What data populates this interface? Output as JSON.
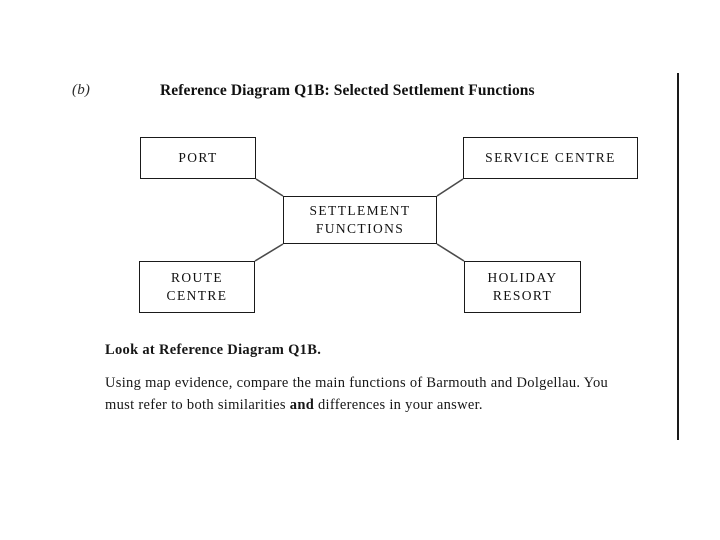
{
  "page": {
    "background_color": "#ffffff",
    "ink_color": "#111111"
  },
  "header": {
    "part_label": "(b)",
    "title": "Reference Diagram Q1B:  Selected Settlement Functions"
  },
  "diagram": {
    "type": "spider-diagram",
    "center": {
      "id": "settlement-functions",
      "label": "SETTLEMENT\nFUNCTIONS"
    },
    "nodes": [
      {
        "id": "port",
        "label": "PORT"
      },
      {
        "id": "service-centre",
        "label": "SERVICE CENTRE"
      },
      {
        "id": "route-centre",
        "label": "ROUTE\nCENTRE"
      },
      {
        "id": "holiday-resort",
        "label": "HOLIDAY\nRESORT"
      }
    ],
    "connections": [
      {
        "from": "port",
        "to": "settlement-functions"
      },
      {
        "from": "service-centre",
        "to": "settlement-functions"
      },
      {
        "from": "route-centre",
        "to": "settlement-functions"
      },
      {
        "from": "holiday-resort",
        "to": "settlement-functions"
      }
    ]
  },
  "question": {
    "lead": "Look at Reference Diagram Q1B.",
    "body_part_1": "Using map evidence, compare the main functions of Barmouth and Dolgellau. You must refer to both similarities ",
    "body_emphasis": "and",
    "body_part_2": " differences in your answer."
  }
}
